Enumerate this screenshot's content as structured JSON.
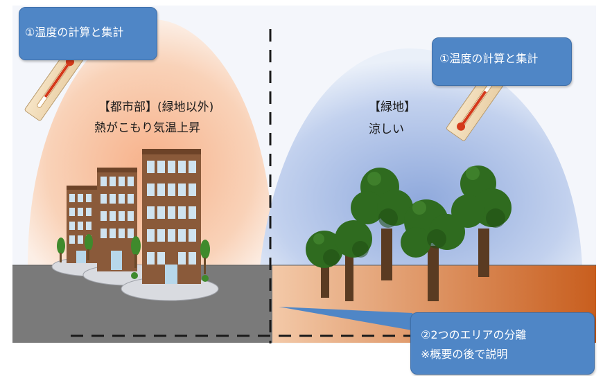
{
  "callouts": {
    "left": "①温度の計算と集計",
    "right": "①温度の計算と集計",
    "bottom_line1": "②2つのエリアの分離",
    "bottom_line2": "※概要の後で説明"
  },
  "urban": {
    "title": "【都市部】(緑地以外)",
    "desc": "熱がこもり気温上昇"
  },
  "green": {
    "title": "【緑地】",
    "desc": "涼しい"
  },
  "colors": {
    "urban_glow": "#f6b48a",
    "green_glow": "#a9bfe6",
    "road": "#7a7a7a",
    "soil": "#e58a4e",
    "callout": "#4f86c6",
    "tree": "#2f6b1f",
    "building": "#8a5a3a"
  }
}
